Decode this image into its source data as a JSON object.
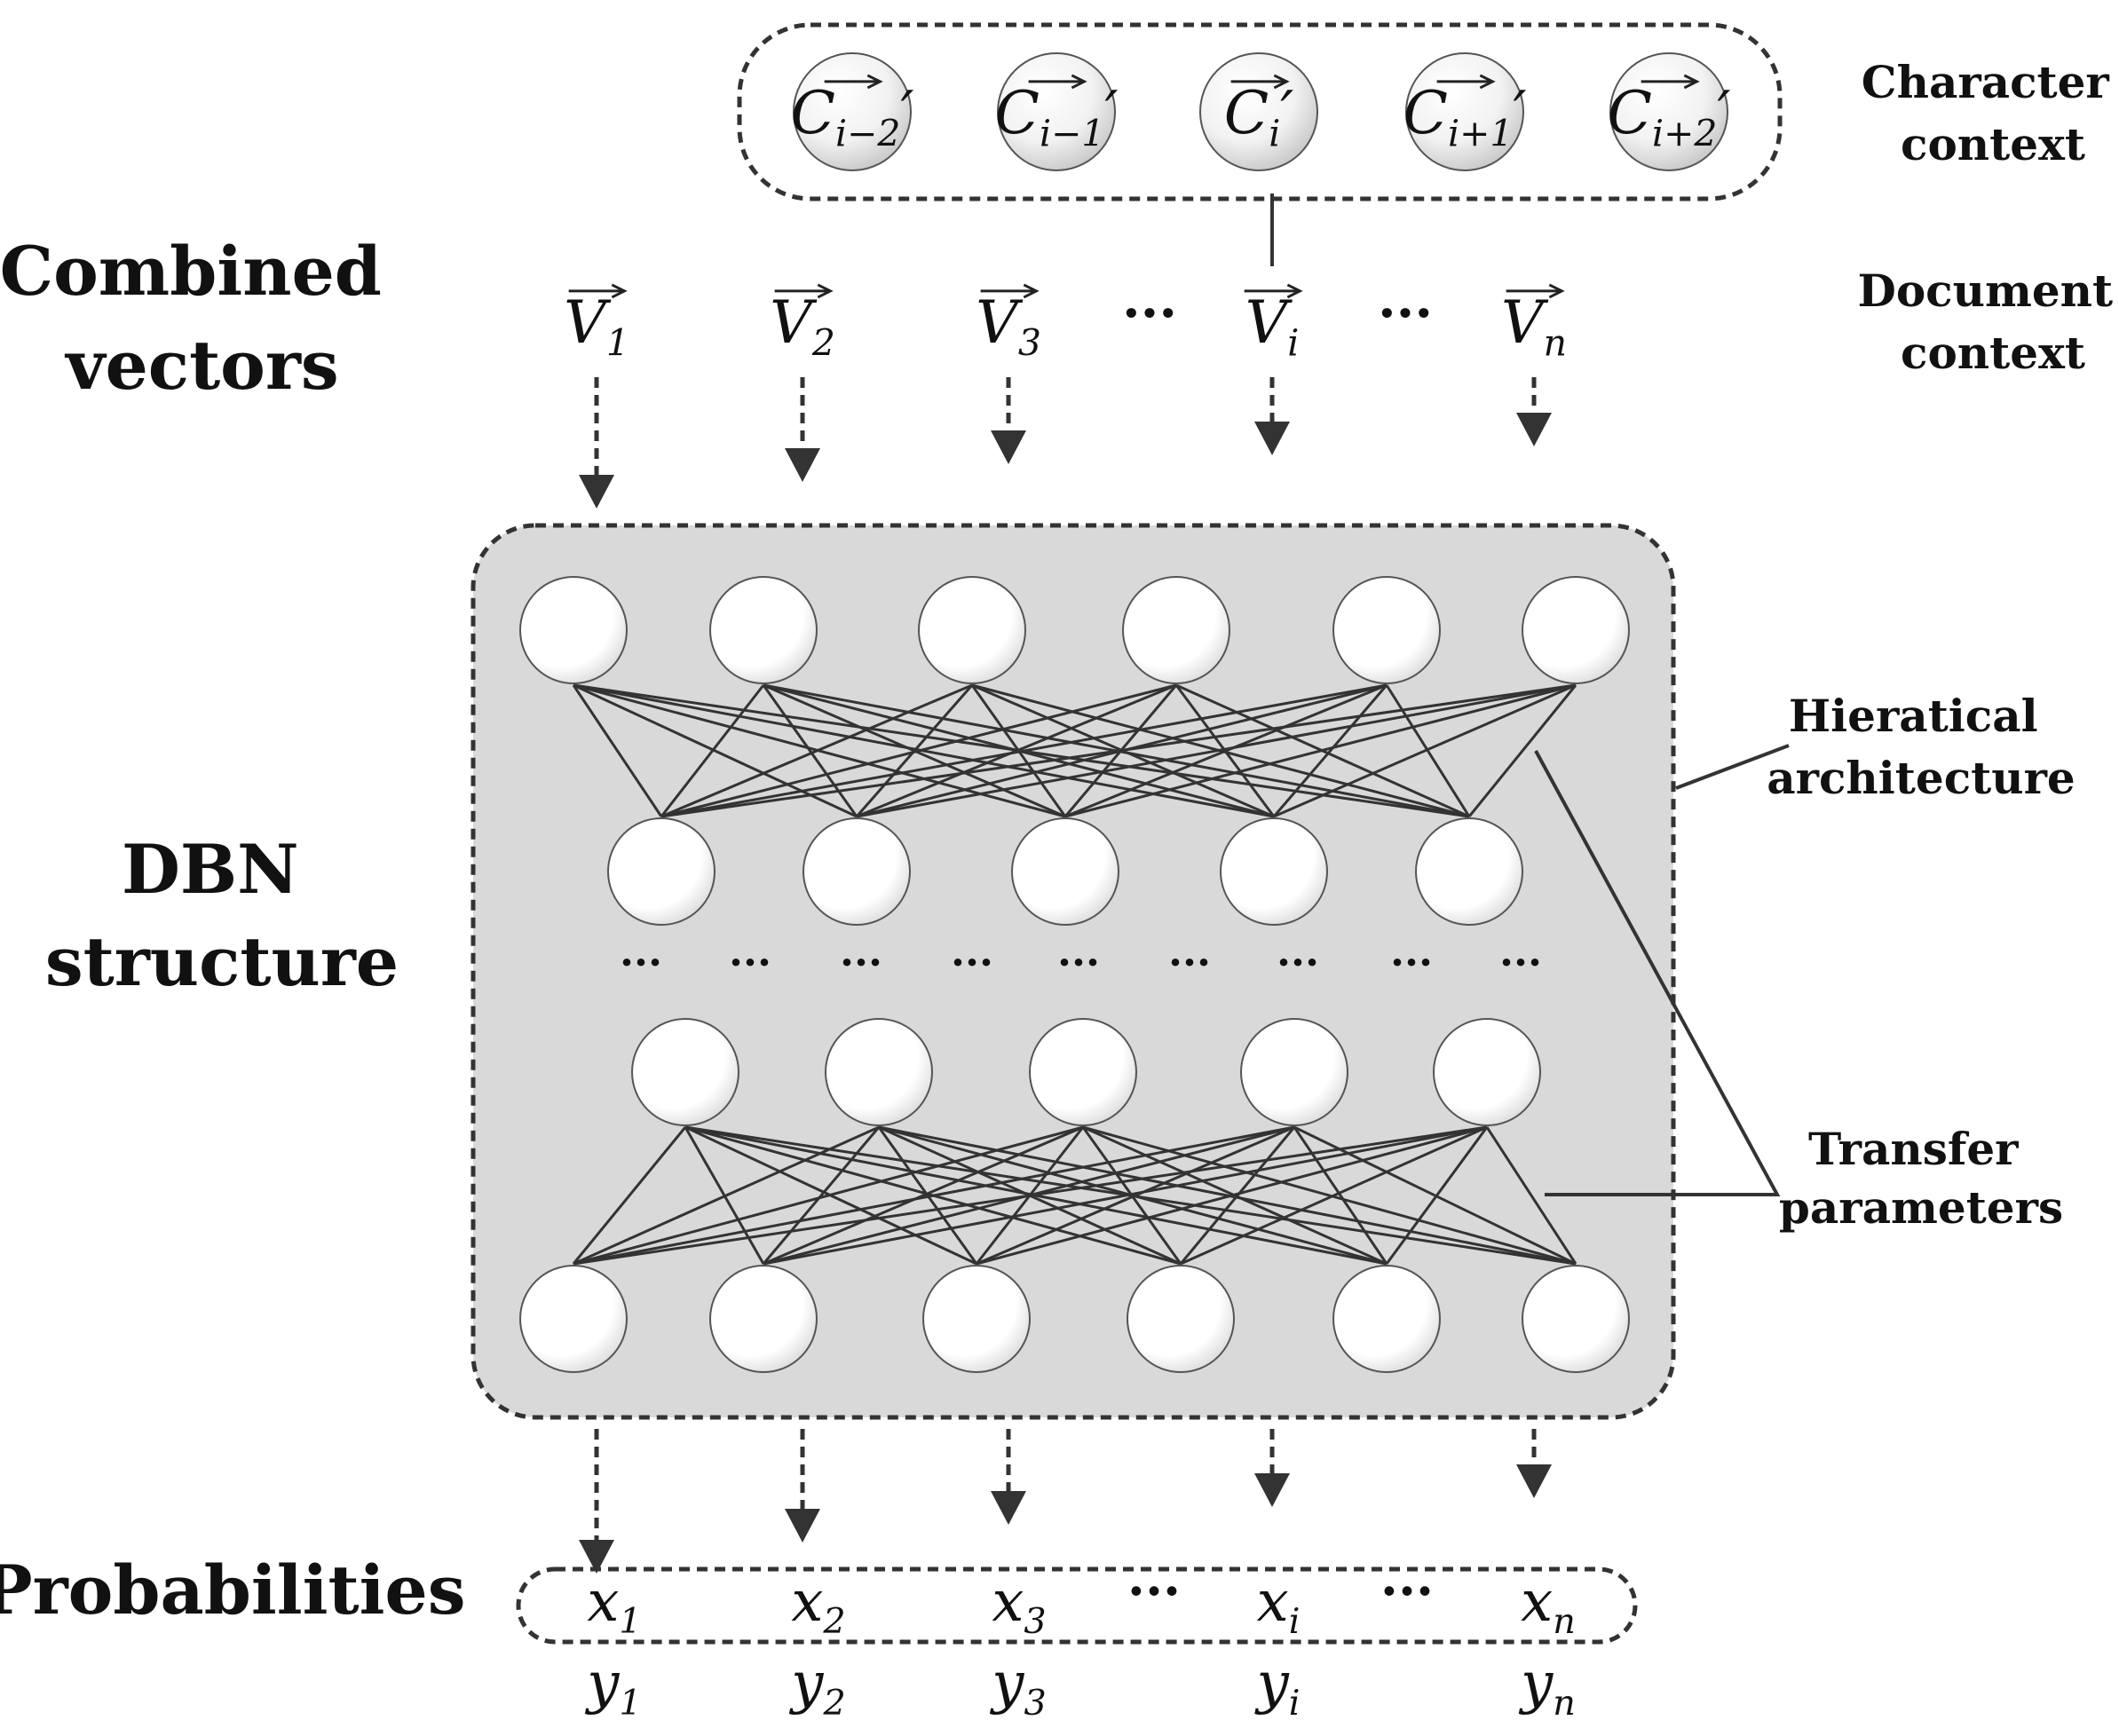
{
  "labels": {
    "combined_vectors": [
      "Combined",
      "vectors"
    ],
    "dbn_structure": [
      "DBN",
      "structure"
    ],
    "probabilities": "Probabilities",
    "character_context": [
      "Character",
      "context"
    ],
    "document_context": [
      "Document",
      "context"
    ],
    "hierarchical_architecture": [
      "Hieratical",
      "architecture"
    ],
    "transfer_parameters": [
      "Transfer",
      "parameters"
    ]
  },
  "character_context": [
    {
      "base": "C",
      "sub": "i−2"
    },
    {
      "base": "C",
      "sub": "i−1"
    },
    {
      "base": "C",
      "sub": "i",
      "prime": "′"
    },
    {
      "base": "C",
      "sub": "i+1"
    },
    {
      "base": "C",
      "sub": "i+2"
    }
  ],
  "combined_vectors": [
    {
      "base": "V",
      "sub": "1"
    },
    {
      "base": "V",
      "sub": "2"
    },
    {
      "base": "V",
      "sub": "3"
    },
    {
      "ellipsis": "···"
    },
    {
      "base": "V",
      "sub": "i"
    },
    {
      "ellipsis": "···"
    },
    {
      "base": "V",
      "sub": "n"
    }
  ],
  "probabilities_x": [
    {
      "base": "x",
      "sub": "1"
    },
    {
      "base": "x",
      "sub": "2"
    },
    {
      "base": "x",
      "sub": "3"
    },
    {
      "ellipsis": "···"
    },
    {
      "base": "x",
      "sub": "i"
    },
    {
      "ellipsis": "···"
    },
    {
      "base": "x",
      "sub": "n"
    }
  ],
  "probabilities_y": [
    {
      "base": "y",
      "sub": "1"
    },
    {
      "base": "y",
      "sub": "2"
    },
    {
      "base": "y",
      "sub": "3"
    },
    {
      "base": "y",
      "sub": "i"
    },
    {
      "base": "y",
      "sub": "n"
    }
  ],
  "hidden_ellipsis": "···",
  "colors": {
    "box_fill": "#d9d9d9",
    "node_fill": "#ffffff",
    "node_shade": "#e6e6e6",
    "line": "#333333",
    "text": "#111111"
  }
}
